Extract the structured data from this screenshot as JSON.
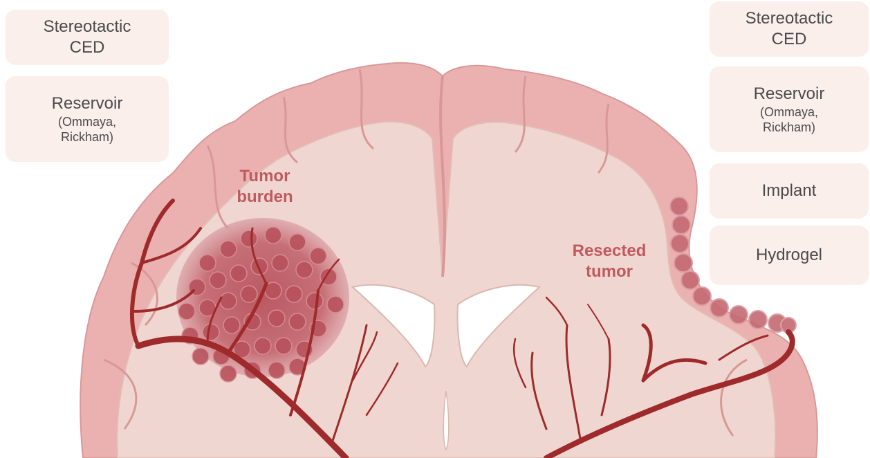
{
  "left_panel": {
    "stereotactic": [
      "Stereotactic",
      "CED"
    ],
    "reservoir_title": "Reservoir",
    "reservoir_sub": [
      "(Ommaya,",
      "Rickham)"
    ]
  },
  "right_panel": {
    "stereotactic": [
      "Stereotactic",
      "CED"
    ],
    "reservoir_title": "Reservoir",
    "reservoir_sub": [
      "(Ommaya,",
      "Rickham)"
    ],
    "implant": "Implant",
    "hydrogel": "Hydrogel"
  },
  "labels": {
    "tumor_burden": [
      "Tumor",
      "burden"
    ],
    "resected_tumor": [
      "Resected",
      "tumor"
    ]
  },
  "colors": {
    "box_fill": "#fbefec",
    "cortex": "#ebb1b0",
    "white_matter": "#f0d6d0",
    "vessel": "#9e2a2b",
    "tumor": "#c46a72",
    "label": "#c05a5f"
  }
}
